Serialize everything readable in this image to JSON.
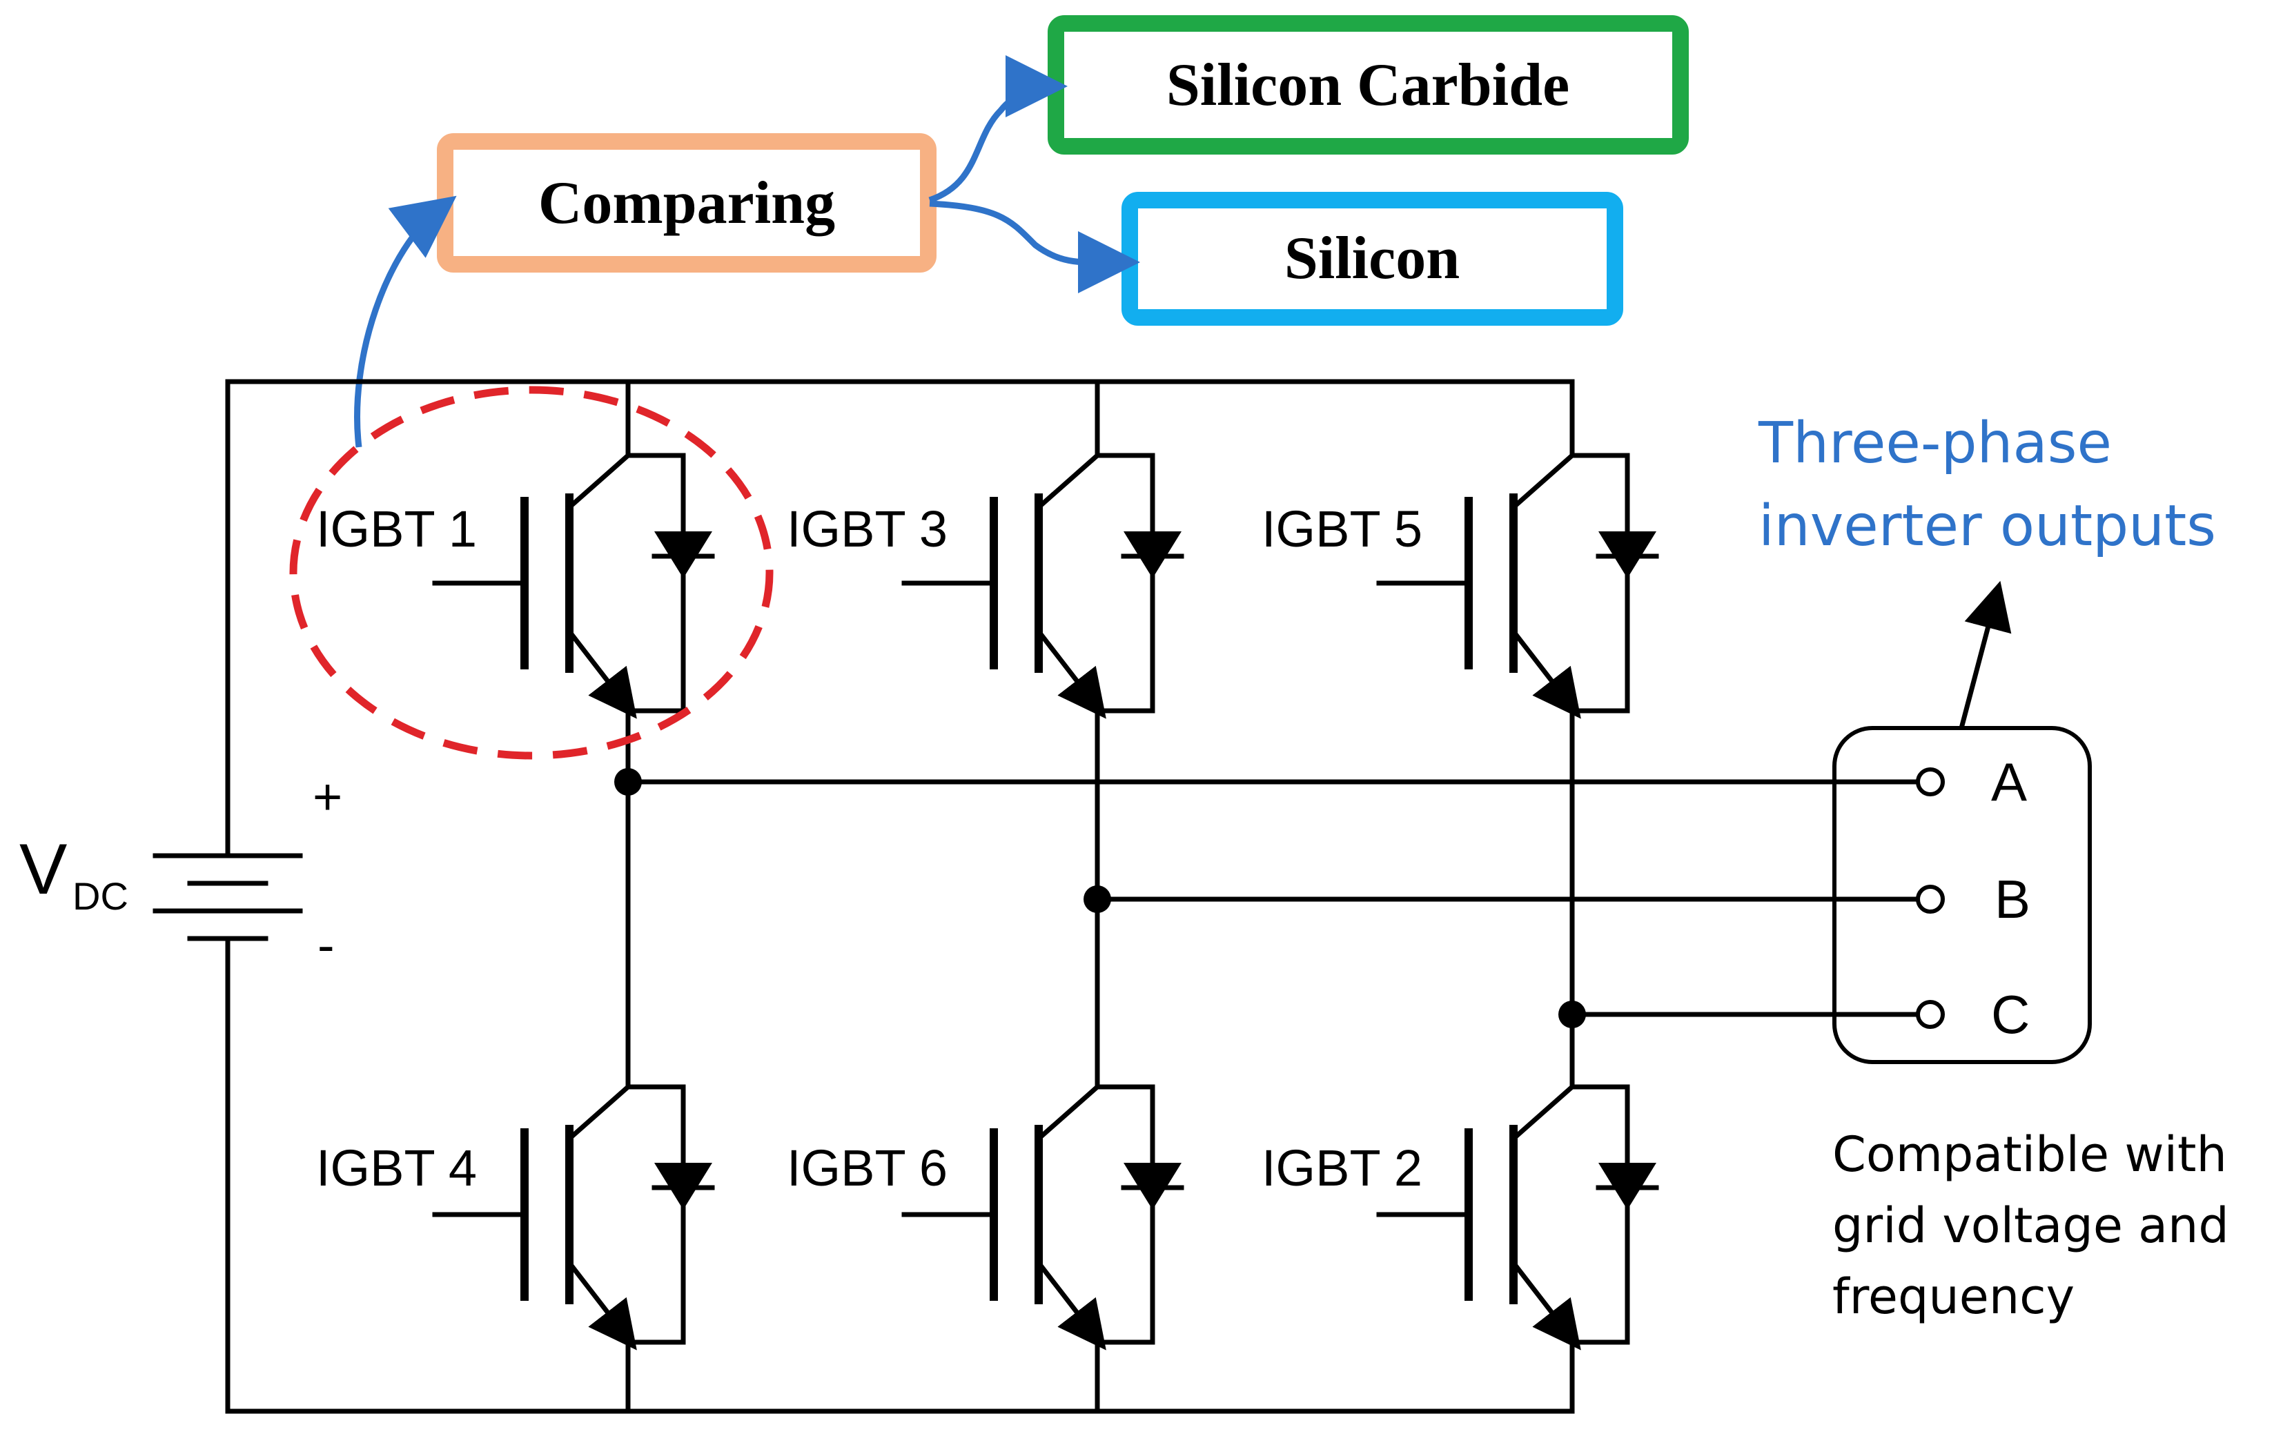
{
  "boxes": {
    "comparing": "Comparing",
    "silicon_carbide": "Silicon Carbide",
    "silicon": "Silicon"
  },
  "source": {
    "label_main": "V",
    "label_sub": "DC",
    "plus": "+",
    "minus": "-"
  },
  "switches": {
    "s1": "IGBT 1",
    "s3": "IGBT 3",
    "s5": "IGBT 5",
    "s4": "IGBT 4",
    "s6": "IGBT 6",
    "s2": "IGBT 2"
  },
  "outputs": {
    "a": "A",
    "b": "B",
    "c": "C"
  },
  "notes": {
    "outputs_line1": "Three-phase",
    "outputs_line2": "inverter outputs",
    "grid_line1": "Compatible with",
    "grid_line2": "grid voltage and",
    "grid_line3": "frequency"
  },
  "colors": {
    "comparing_border": "#F7B183",
    "silicon_carbide_border": "#1FA846",
    "silicon_border": "#12AEEF",
    "arrow": "#2F73C9",
    "highlight_dash": "#E0252A",
    "note_blue": "#2F73C9"
  }
}
